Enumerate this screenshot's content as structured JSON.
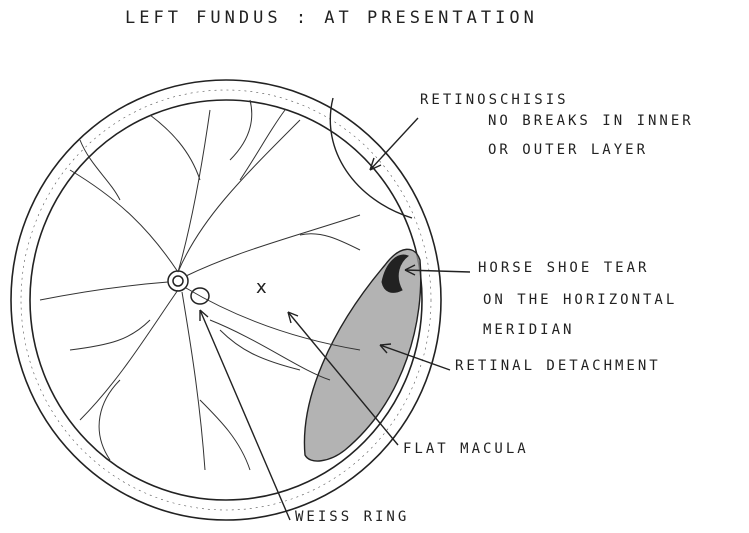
{
  "title": "LEFT FUNDUS : AT PRESENTATION",
  "labels": {
    "retinoschisis": "RETINOSCHISIS",
    "no_breaks_1": "NO BREAKS IN INNER",
    "no_breaks_2": "OR OUTER LAYER",
    "horseshoe": "HORSE SHOE TEAR",
    "horizontal_1": "ON THE HORIZONTAL",
    "horizontal_2": "MERIDIAN",
    "detachment": "RETINAL DETACHMENT",
    "macula": "FLAT MACULA",
    "weiss": "WEISS RING",
    "macula_marker": "x"
  },
  "colors": {
    "ink": "#222222",
    "shade": "#9a9a9a"
  }
}
